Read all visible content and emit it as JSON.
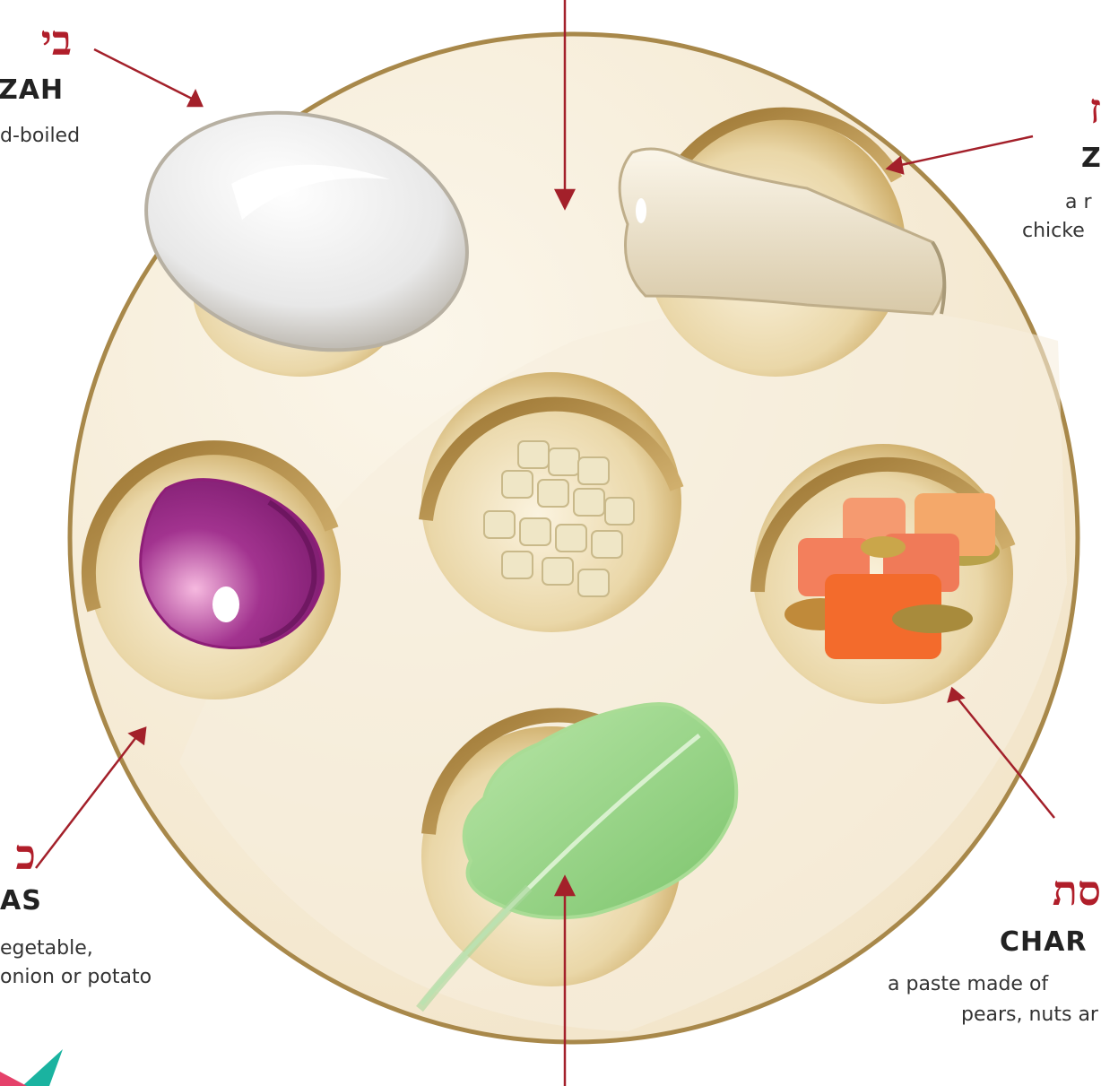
{
  "labels": {
    "beitzah": {
      "hebrew": "בי",
      "name": "ZAH",
      "desc": "d-boiled"
    },
    "zeroa": {
      "hebrew": "ז",
      "name": "Z",
      "desc1": "a r",
      "desc2": "chicke"
    },
    "karpas": {
      "hebrew": "כ",
      "name": "AS",
      "desc1": "egetable,",
      "desc2": "onion or potato"
    },
    "charoset": {
      "hebrew": "סת",
      "name": "CHAR",
      "desc1": "a paste made of",
      "desc2": "pears, nuts ar"
    }
  },
  "colors": {
    "arrow": "#a3202a",
    "plate": "#f4ead3",
    "plate_rim": "#a8884a",
    "hebrew_text": "#b01e2a",
    "logo_teal": "#1ab3a0"
  },
  "icons": [
    "egg-icon",
    "shank-bone-icon",
    "onion-icon",
    "horseradish-icon",
    "charoset-icon",
    "lettuce-icon",
    "logo-chevron-icon"
  ]
}
